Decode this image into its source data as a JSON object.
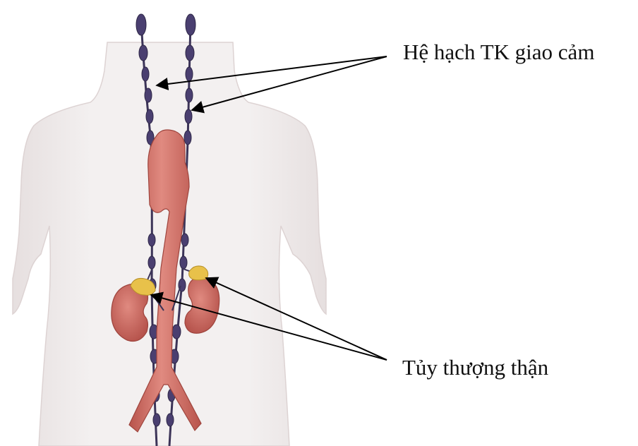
{
  "labels": {
    "sympathetic_ganglia": "Hệ hạch TK giao cảm",
    "adrenal_medulla": "Tủy thượng thận"
  },
  "colors": {
    "skin": "#f1eeee",
    "skin_shadow": "#e4dcdc",
    "aorta": "#d9786e",
    "aorta_dark": "#b8544c",
    "kidney": "#c95e55",
    "adrenal": "#e8c14a",
    "ganglion": "#4a3f70",
    "nerve": "#3c3458",
    "arrow": "#000000"
  },
  "icons": {
    "body": "human-torso-illustration",
    "ganglion_chain": "sympathetic-trunk",
    "aorta": "aorta",
    "kidneys": "kidney",
    "adrenals": "adrenal-gland"
  }
}
